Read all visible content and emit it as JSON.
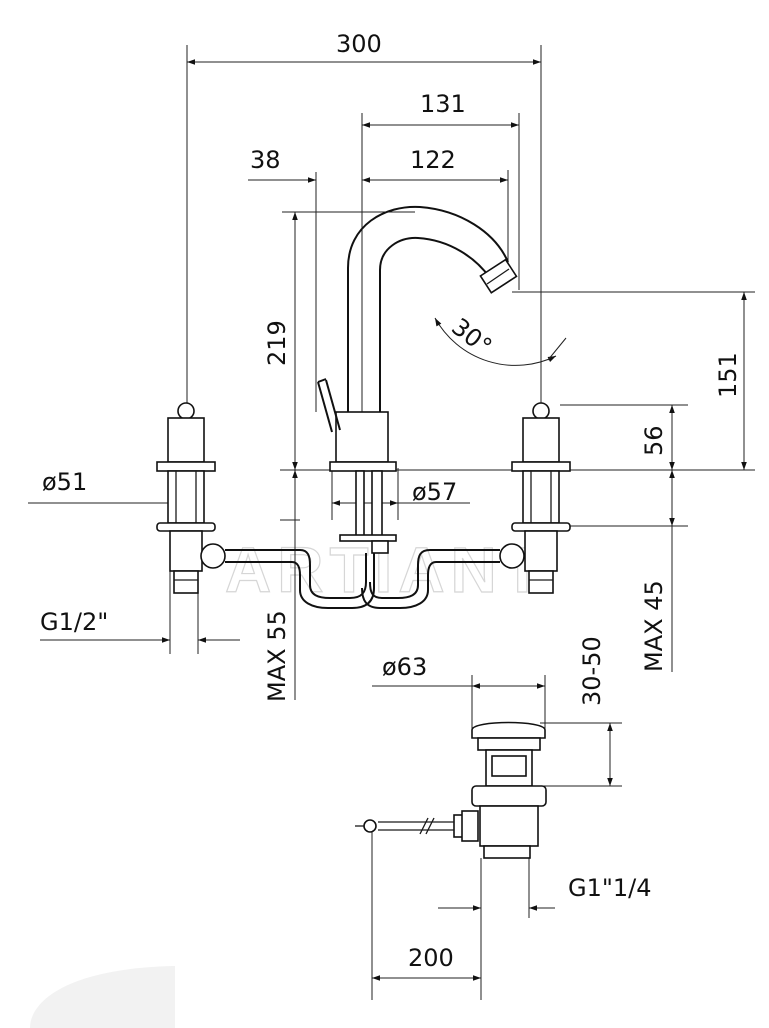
{
  "dimensions": {
    "overall_width": "300",
    "spout_reach_outer": "131",
    "handle_offset": "38",
    "spout_reach_inner": "122",
    "spout_height": "219",
    "spout_angle": "30°",
    "outlet_height": "151",
    "handle_height": "56",
    "handle_diameter": "ø51",
    "spout_base_diameter": "ø57",
    "handle_thread": "G1/2\"",
    "max_deck_left": "MAX 55",
    "max_deck_right": "MAX 45",
    "waste_diameter": "ø63",
    "waste_plug_height": "30-50",
    "waste_thread": "G1\"1/4",
    "waste_rod_length": "200"
  },
  "watermark": "ARTIANT",
  "colors": {
    "line": "#111111",
    "background": "#ffffff",
    "watermark": "#d6d6d6"
  }
}
